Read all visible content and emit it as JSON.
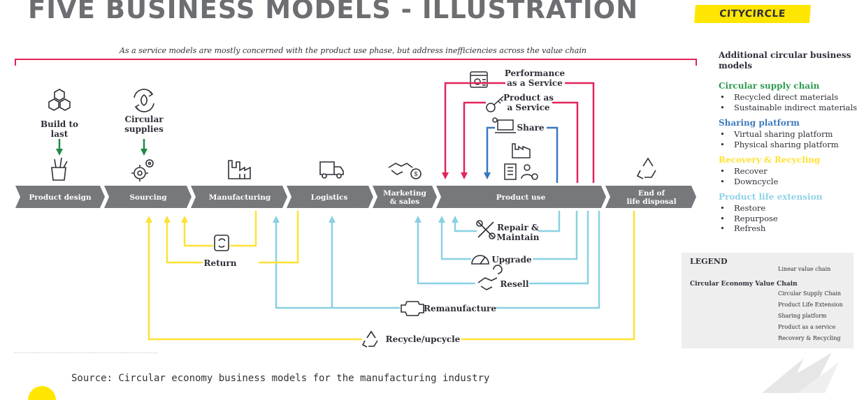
{
  "title": "FIVE BUSINESS MODELS - ILLUSTRATION",
  "logo": "CITYCIRCLE",
  "subtitle": "As a service models are mostly concerned with the product use phase, but address inefficiencies across the value chain",
  "chain": [
    "Product design",
    "Sourcing",
    "Manufacturing",
    "Logistics",
    "Marketing & sales",
    "Product use",
    "End of life disposal"
  ],
  "top_labels": {
    "build_to_last": "Build to last",
    "circular_supplies": "Circular supplies",
    "performance": "Performance as a Service",
    "product_as_service": "Product as a Service",
    "share": "Share"
  },
  "bottom_labels": {
    "return": "Return",
    "repair": "Repair & Maintain",
    "upgrade": "Upgrade",
    "resell": "Resell",
    "remanufacture": "Remanufacture",
    "recycle": "Recycle/upcycle"
  },
  "sidebar": {
    "heading": "Additional circular business models",
    "categories": [
      {
        "name": "Circular supply chain",
        "color": "#2d9b4f",
        "items": [
          "Recycled direct materials",
          "Sustainable indirect materials"
        ]
      },
      {
        "name": "Sharing platform",
        "color": "#3d7abf",
        "items": [
          "Virtual sharing platform",
          "Physical sharing platform"
        ]
      },
      {
        "name": "Recovery & Recycling",
        "color": "#ffe135",
        "items": [
          "Recover",
          "Downcycle"
        ]
      },
      {
        "name": "Product life extension",
        "color": "#8fd3e8",
        "items": [
          "Restore",
          "Repurpose",
          "Refresh"
        ]
      }
    ]
  },
  "legend": {
    "title": "LEGEND",
    "linear": "Linear value chain",
    "section": "Circular Economy Value Chain",
    "items": [
      "Circular Supply Chain",
      "Product Life Extension",
      "Sharing platform",
      "Product as a service",
      "Recovery & Recycling"
    ]
  },
  "colors": {
    "green": "#1d8a45",
    "lightblue": "#8ad0e3",
    "blue": "#3876bf",
    "red": "#e2245a",
    "yellow": "#ffe135",
    "chain": "#77787b",
    "grey": "#6d6e71"
  },
  "source": "Source: Circular economy business models for the manufacturing industry"
}
